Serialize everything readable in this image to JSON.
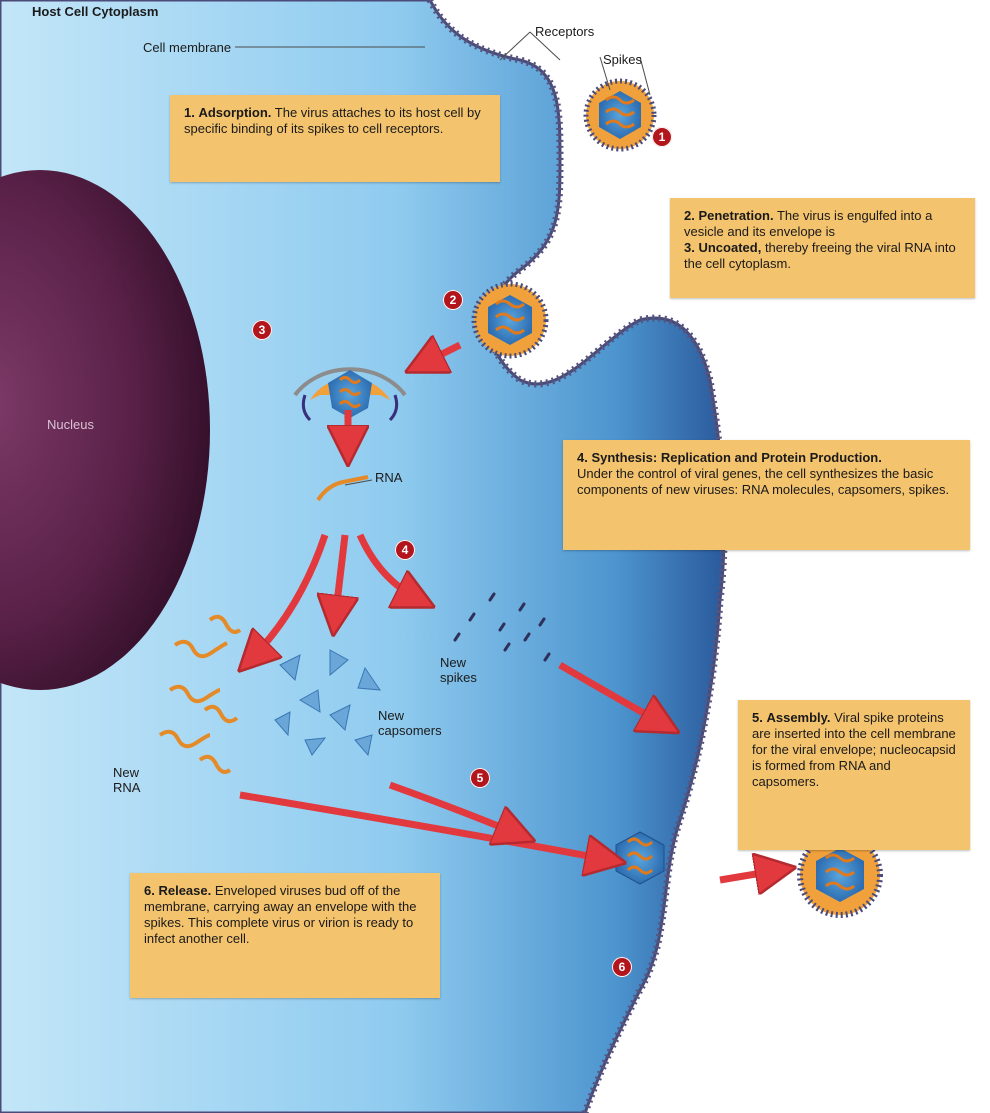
{
  "labels": {
    "host_cytoplasm": "Host Cell Cytoplasm",
    "cell_membrane": "Cell membrane",
    "receptors": "Receptors",
    "spikes": "Spikes",
    "nucleus": "Nucleus",
    "rna": "RNA",
    "new_spikes": "New spikes",
    "new_capsomers": "New capsomers",
    "new_rna": "New RNA"
  },
  "steps": [
    {
      "num": "1.",
      "title": "Adsorption.",
      "text": "The virus attaches to its host cell by specific binding of its spikes to cell receptors."
    },
    {
      "num": "2.",
      "title": "Penetration.",
      "text": "The virus is engulfed into a vesicle and its envelope is"
    },
    {
      "num": "3.",
      "title": "Uncoated,",
      "text": "thereby freeing the viral RNA into the cell cytoplasm."
    },
    {
      "num": "4.",
      "title": "Synthesis: Replication and Protein Production.",
      "text": "Under the control of viral genes, the cell synthesizes the basic components of new viruses: RNA molecules, capsomers, spikes."
    },
    {
      "num": "5.",
      "title": "Assembly.",
      "text": "Viral spike proteins are inserted into the cell membrane for the viral envelope; nucleocapsid is formed from RNA and capsomers."
    },
    {
      "num": "6.",
      "title": "Release.",
      "text": "Enveloped viruses bud off of the membrane, carrying away an envelope with the spikes. This complete virus or virion is ready to infect another cell."
    }
  ],
  "badges": [
    "1",
    "2",
    "3",
    "4",
    "5",
    "6"
  ],
  "colors": {
    "cytoplasm": "#8fcbef",
    "membrane_edge": "#2a5a9c",
    "box": "#f4c36e",
    "badge": "#b2151c",
    "arrow": "#e2393f",
    "nucleus": "#5a2148"
  }
}
